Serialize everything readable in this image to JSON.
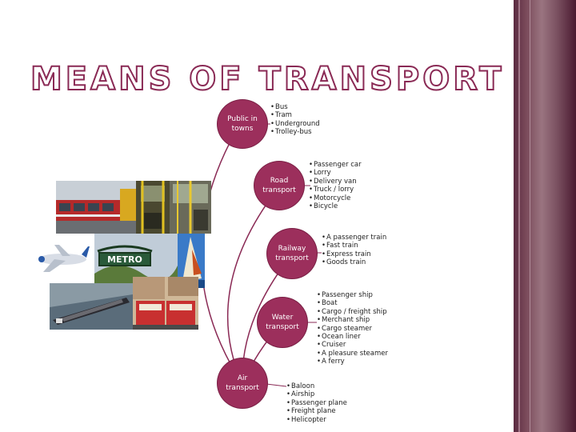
{
  "title": "MEANS OF TRANSPORT",
  "nodes": {
    "public": "Public in towns",
    "road": "Road transport",
    "railway": "Railway transport",
    "water": "Water transport",
    "air": "Air transport"
  },
  "lists": {
    "public": [
      "Bus",
      "Tram",
      "Underground",
      "Trolley-bus"
    ],
    "road": [
      "Passenger car",
      "Lorry",
      "Delivery van",
      "Truck / lorry",
      "Motorcycle",
      "Bicycle"
    ],
    "railway": [
      "A passenger train",
      "Fast train",
      "Express train",
      "Goods train"
    ],
    "water": [
      "Passenger ship",
      "Boat",
      "Cargo / freight ship",
      "Merchant ship",
      "Cargo steamer",
      "Ocean liner",
      "Cruiser",
      "A pleasure steamer",
      "A ferry"
    ],
    "air": [
      "Baloon",
      "Airship",
      "Passenger plane",
      "Freight plane",
      "Helicopter"
    ]
  },
  "photos": {
    "metro_sign": "METRO"
  },
  "colors": {
    "node_fill": "#9c2f5c",
    "title_outline": "#8a2a55"
  }
}
